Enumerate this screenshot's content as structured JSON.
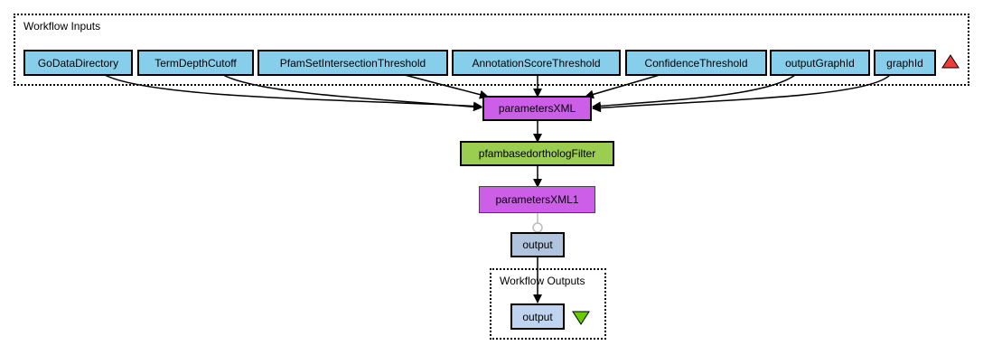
{
  "colors": {
    "input": "#87ceeb",
    "processor_xml": "#cc5ee8",
    "processor_service": "#9acd50",
    "output_port": "#b0c4de",
    "workflow_output": "#bfd4ef",
    "inputs_triangle": "#ef3b3b",
    "outputs_triangle": "#66cc00"
  },
  "workflow_inputs": {
    "title": "Workflow Inputs",
    "items": [
      {
        "label": "GoDataDirectory"
      },
      {
        "label": "TermDepthCutoff"
      },
      {
        "label": "PfamSetIntersectionThreshold"
      },
      {
        "label": "AnnotationScoreThreshold"
      },
      {
        "label": "ConfidenceThreshold"
      },
      {
        "label": "outputGraphId"
      },
      {
        "label": "graphId"
      }
    ],
    "marker_icon": "triangle-up-icon"
  },
  "processors": {
    "parametersXML": "parametersXML",
    "pfambasedorthologFilter": "pfambasedorthologFilter",
    "parametersXML1": "parametersXML1",
    "output_port": "output"
  },
  "workflow_outputs": {
    "title": "Workflow Outputs",
    "items": [
      {
        "label": "output"
      }
    ],
    "marker_icon": "triangle-down-icon"
  }
}
